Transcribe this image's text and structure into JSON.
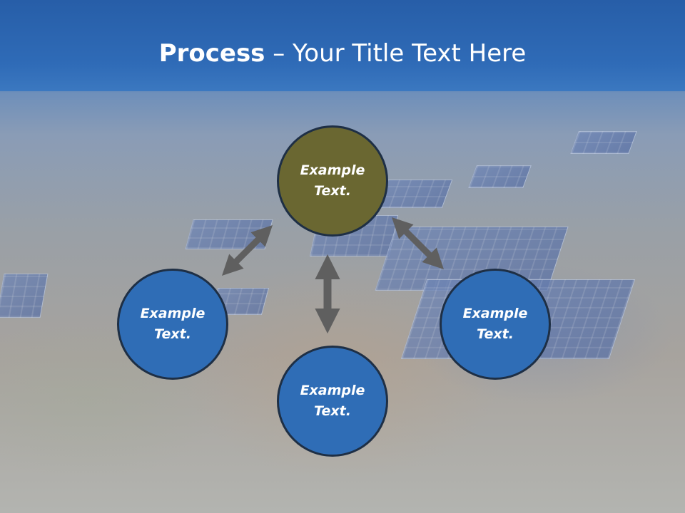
{
  "slide": {
    "title_bold": "Process",
    "title_rest": " – Your Title Text Here"
  },
  "nodes": [
    {
      "text": "Example\nText.",
      "color": "#6a6731",
      "role": "top"
    },
    {
      "text": "Example\nText.",
      "color": "#2f6db6",
      "role": "left"
    },
    {
      "text": "Example\nText.",
      "color": "#2f6db6",
      "role": "bottom"
    },
    {
      "text": "Example\nText.",
      "color": "#2f6db6",
      "role": "right"
    }
  ],
  "colors": {
    "header": "#2f6bb7",
    "arrow": "#5f5f5f",
    "circle_border": "#1e2f45"
  }
}
